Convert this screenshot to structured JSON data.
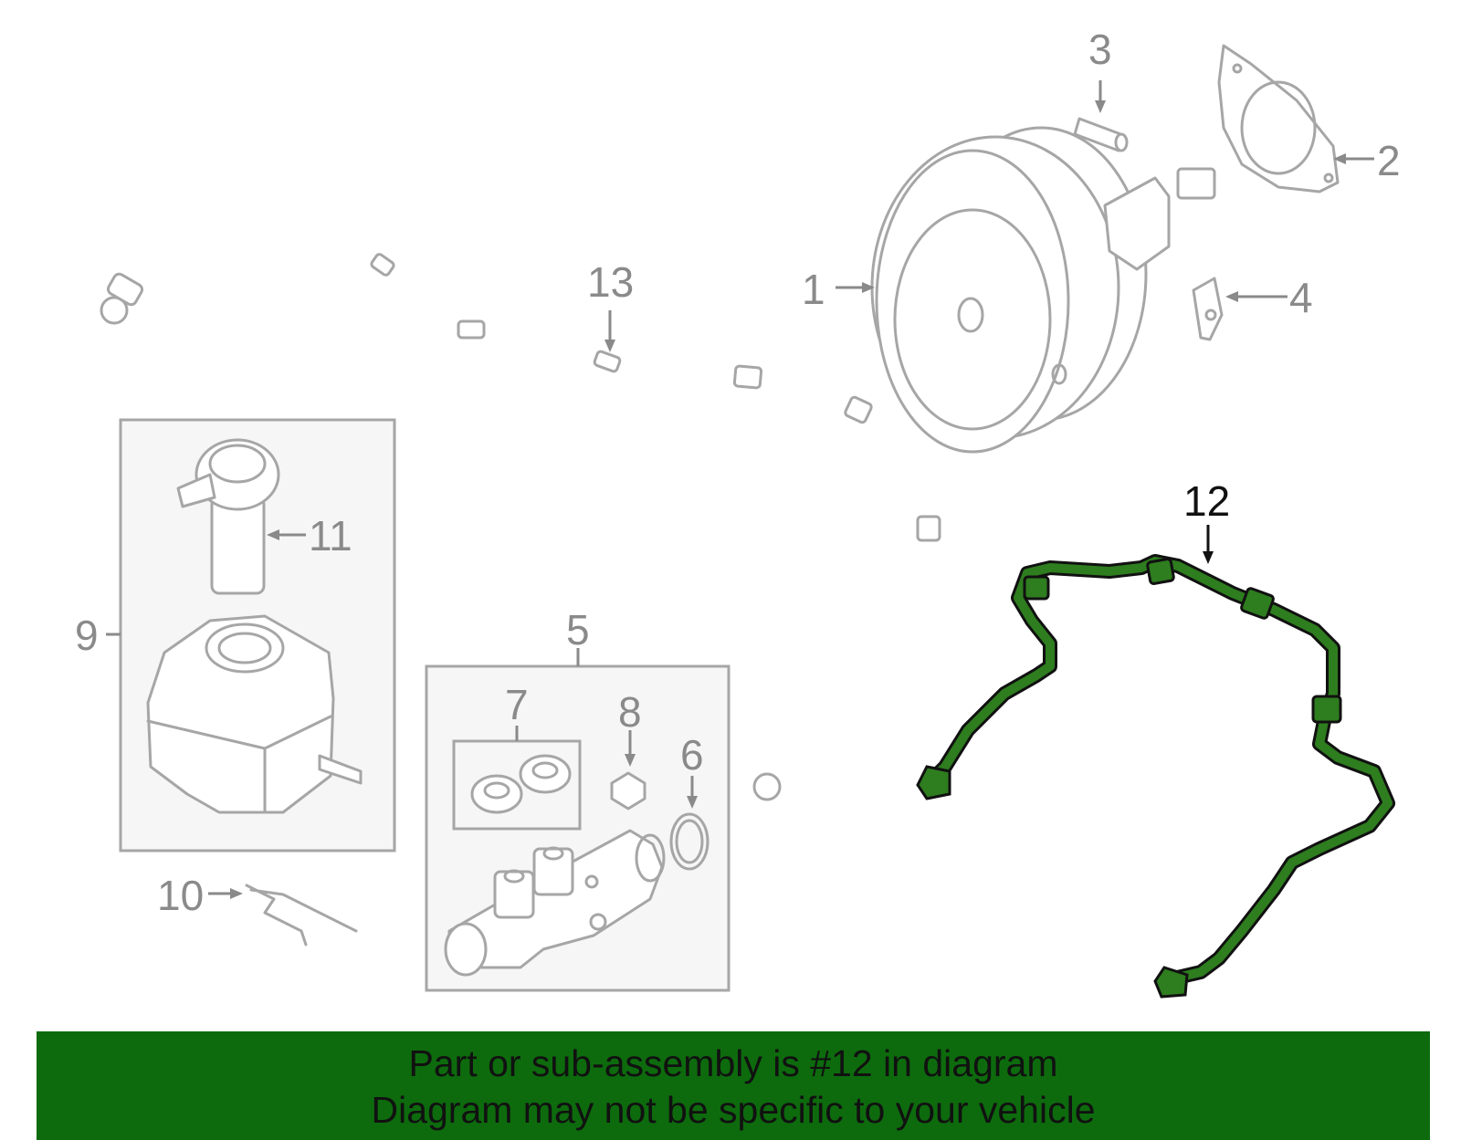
{
  "diagram": {
    "callouts": {
      "c1": "1",
      "c2": "2",
      "c3": "3",
      "c4": "4",
      "c5": "5",
      "c6": "6",
      "c7": "7",
      "c8": "8",
      "c9": "9",
      "c10": "10",
      "c11": "11",
      "c12": "12",
      "c13": "13"
    },
    "highlight_part": "12",
    "colors": {
      "highlight_fill": "#2e7d1f",
      "highlight_stroke": "#111111",
      "line_art": "#a6a6a6",
      "banner": "#0d6b0d"
    }
  },
  "banner": {
    "line1": "Part or sub-assembly is #12 in diagram",
    "line2": "Diagram may not be specific to your vehicle"
  }
}
